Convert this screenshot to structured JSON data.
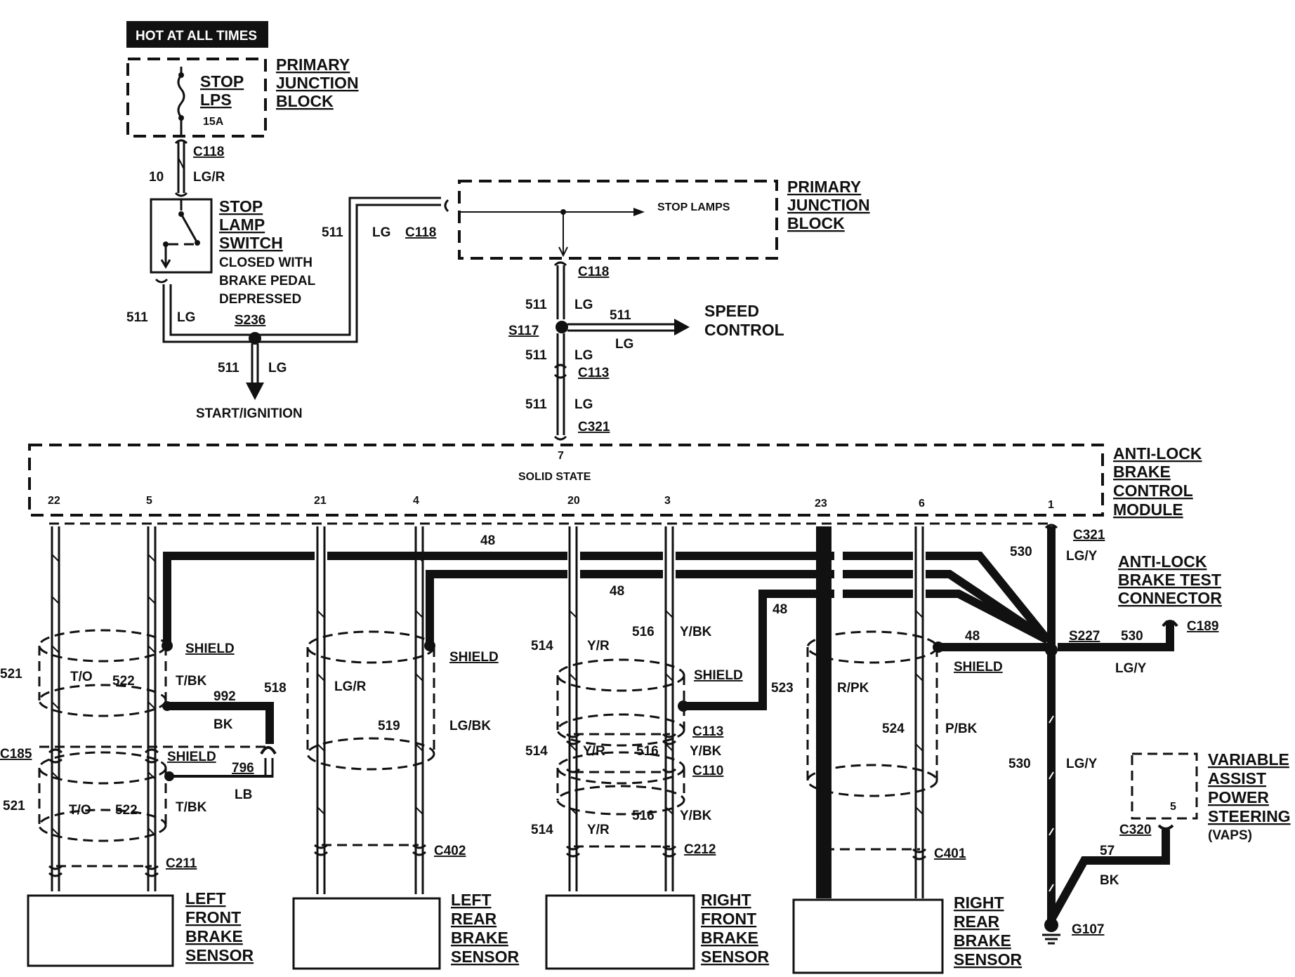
{
  "hot_label": "HOT AT ALL TIMES",
  "pjb1": {
    "line1": "PRIMARY",
    "line2": "JUNCTION",
    "line3": "BLOCK"
  },
  "fuse": {
    "line1": "STOP",
    "line2": "LPS",
    "rating": "15A"
  },
  "c118_top": "C118",
  "wire_10": {
    "num": "10",
    "color": "LG/R"
  },
  "switch": {
    "l1": "STOP",
    "l2": "LAMP",
    "l3": "SWITCH",
    "n1": "CLOSED WITH",
    "n2": "BRAKE PEDAL",
    "n3": "DEPRESSED"
  },
  "wire_511_up": {
    "num": "511",
    "color": "LG",
    "conn": "C118"
  },
  "wire_511_left": {
    "num": "511",
    "color": "LG"
  },
  "splice_s236": "S236",
  "wire_511_down": {
    "num": "511",
    "color": "LG"
  },
  "start_ign": "START/IGNITION",
  "pjb2": {
    "line1": "PRIMARY",
    "line2": "JUNCTION",
    "line3": "BLOCK",
    "inner": "STOP LAMPS"
  },
  "c118_mid": "C118",
  "splice_s117": "S117",
  "wire_511_a": {
    "num": "511",
    "color": "LG"
  },
  "wire_511_b": {
    "num": "511",
    "color": "LG"
  },
  "wire_511_c": {
    "num": "511",
    "color": "LG"
  },
  "wire_511_d": {
    "num": "511",
    "color": "LG"
  },
  "speed_control": {
    "l1": "SPEED",
    "l2": "CONTROL"
  },
  "c113_top": "C113",
  "c321_top": "C321",
  "module": {
    "pin_top": "7",
    "inner": "SOLID STATE",
    "l1": "ANTI-LOCK",
    "l2": "BRAKE",
    "l3": "CONTROL",
    "l4": "MODULE"
  },
  "pins": [
    "22",
    "5",
    "21",
    "4",
    "20",
    "3",
    "23",
    "6",
    "1"
  ],
  "c321_right": "C321",
  "lgy_top": "LG/Y",
  "w530_top": "530",
  "w48": [
    "48",
    "48",
    "48",
    "48"
  ],
  "shield": "SHIELD",
  "lf": {
    "w521": "521",
    "w522": "522",
    "to": "T/O",
    "tbk": "T/BK",
    "w992": "992",
    "bk": "BK",
    "w518": "518",
    "c185": "C185",
    "w796": "796",
    "lb": "LB",
    "c211": "C211"
  },
  "lr": {
    "lgr": "LG/R",
    "w519": "519",
    "lgbk": "LG/BK",
    "c402": "C402"
  },
  "rf": {
    "w514": "514",
    "yr": "Y/R",
    "w516": "516",
    "ybk": "Y/BK",
    "c113": "C113",
    "c110": "C110",
    "c212": "C212",
    "w523": "523"
  },
  "rr": {
    "rpk": "R/PK",
    "w524": "524",
    "pbk": "P/BK",
    "c401": "C401"
  },
  "test_conn": {
    "l1": "ANTI-LOCK",
    "l2": "BRAKE TEST",
    "l3": "CONNECTOR",
    "conn": "C189",
    "w530": "530",
    "lgy": "LG/Y"
  },
  "splice_s227": "S227",
  "ground_wire": {
    "num": "530",
    "color": "LG/Y"
  },
  "vaps": {
    "l1": "VARIABLE",
    "l2": "ASSIST",
    "l3": "POWER",
    "l4": "STEERING",
    "l5": "(VAPS)",
    "pin": "5",
    "conn": "C320",
    "w57": "57",
    "bk": "BK"
  },
  "ground": "G107",
  "sensors": {
    "lf": {
      "l1": "LEFT",
      "l2": "FRONT",
      "l3": "BRAKE",
      "l4": "SENSOR"
    },
    "lr": {
      "l1": "LEFT",
      "l2": "REAR",
      "l3": "BRAKE",
      "l4": "SENSOR"
    },
    "rf": {
      "l1": "RIGHT",
      "l2": "FRONT",
      "l3": "BRAKE",
      "l4": "SENSOR"
    },
    "rr": {
      "l1": "RIGHT",
      "l2": "REAR",
      "l3": "BRAKE",
      "l4": "SENSOR"
    }
  }
}
